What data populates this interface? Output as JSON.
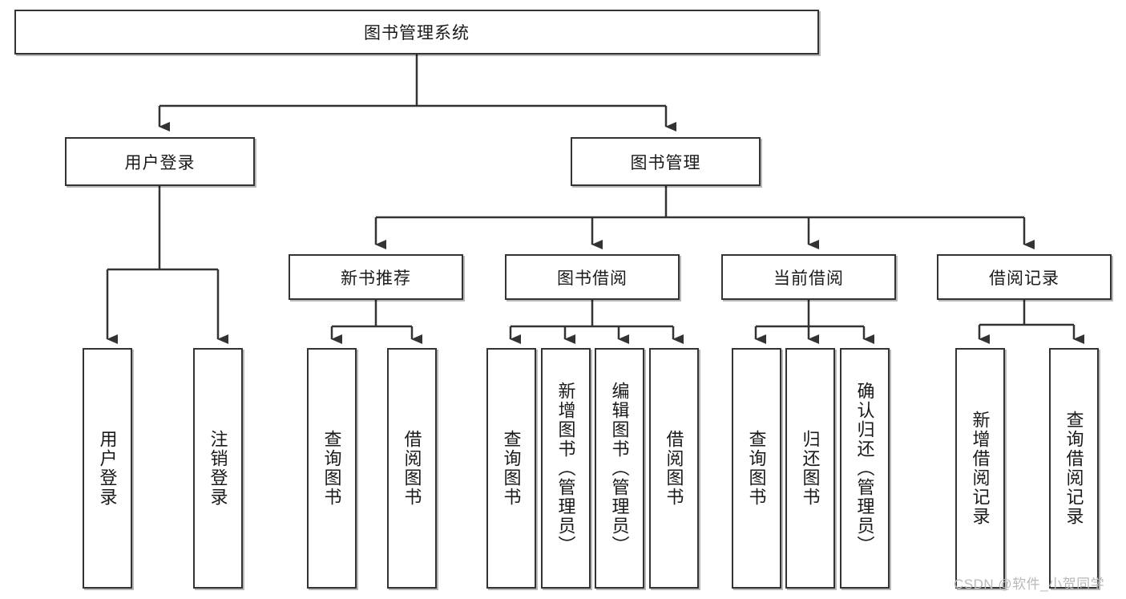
{
  "diagram": {
    "title": "图书管理系统",
    "type": "hierarchy-tree",
    "watermark": "CSDN @软件_小贺同学",
    "colors": {
      "stroke": "#333333",
      "background": "#ffffff",
      "text": "#1a1a1a",
      "watermark": "#b9b9b9"
    },
    "root": {
      "label": "图书管理系统",
      "children": [
        {
          "label": "用户登录",
          "children": [
            {
              "label": "用户登录"
            },
            {
              "label": "注销登录"
            }
          ]
        },
        {
          "label": "图书管理",
          "children": [
            {
              "label": "新书推荐",
              "children": [
                {
                  "label": "查询图书"
                },
                {
                  "label": "借阅图书"
                }
              ]
            },
            {
              "label": "图书借阅",
              "children": [
                {
                  "label": "查询图书"
                },
                {
                  "label": "新增图书（管理员）"
                },
                {
                  "label": "编辑图书（管理员）"
                },
                {
                  "label": "借阅图书"
                }
              ]
            },
            {
              "label": "当前借阅",
              "children": [
                {
                  "label": "查询图书"
                },
                {
                  "label": "归还图书"
                },
                {
                  "label": "确认归还（管理员）"
                }
              ]
            },
            {
              "label": "借阅记录",
              "children": [
                {
                  "label": "新增借阅记录"
                },
                {
                  "label": "查询借阅记录"
                }
              ]
            }
          ]
        }
      ]
    },
    "nodes": {
      "root": "图书管理系统",
      "user_login": "用户登录",
      "book_manage": "图书管理",
      "new_book_rec": "新书推荐",
      "book_borrow": "图书借阅",
      "current_borrow": "当前借阅",
      "borrow_record": "借阅记录",
      "leaf_user_login": "用户登录",
      "leaf_logout": "注销登录",
      "leaf_rec_query": "查询图书",
      "leaf_rec_borrow": "借阅图书",
      "leaf_bb_query": "查询图书",
      "leaf_bb_add": "新增图书（管理员）",
      "leaf_bb_edit": "编辑图书（管理员）",
      "leaf_bb_borrow": "借阅图书",
      "leaf_cb_query": "查询图书",
      "leaf_cb_return": "归还图书",
      "leaf_cb_confirm": "确认归还（管理员）",
      "leaf_br_add": "新增借阅记录",
      "leaf_br_query": "查询借阅记录"
    }
  }
}
